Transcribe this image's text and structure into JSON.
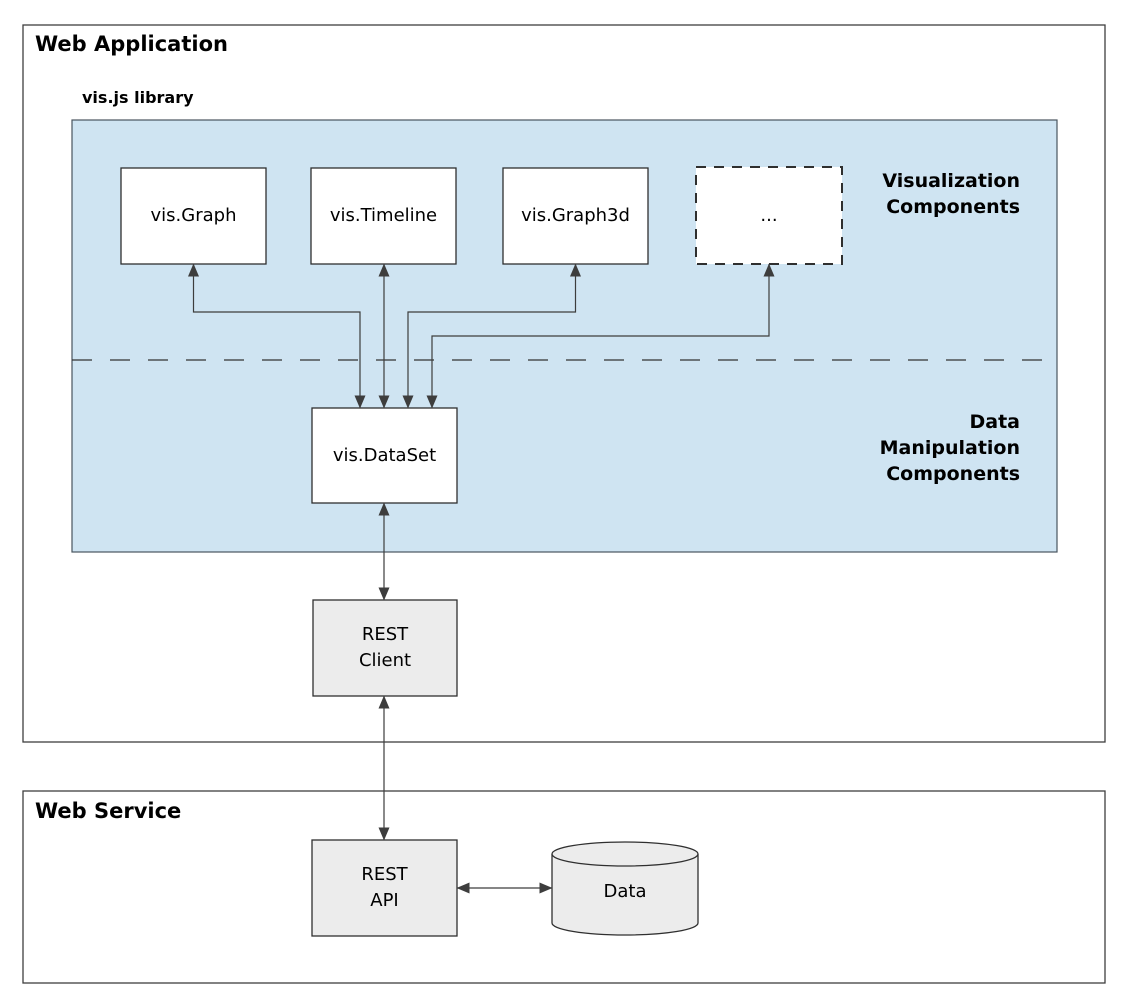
{
  "web_application": {
    "title": "Web Application"
  },
  "visjs": {
    "label": "vis.js library",
    "section_visualization": "Visualization\nComponents",
    "section_data_manipulation": "Data\nManipulation\nComponents",
    "components": [
      {
        "label": "vis.Graph"
      },
      {
        "label": "vis.Timeline"
      },
      {
        "label": "vis.Graph3d"
      },
      {
        "label": "..."
      }
    ],
    "dataset_label": "vis.DataSet"
  },
  "rest_client": {
    "label": "REST\nClient"
  },
  "web_service": {
    "title": "Web Service",
    "rest_api_label": "REST\nAPI",
    "data_store_label": "Data"
  },
  "colors": {
    "library_fill": "#cfe4f2",
    "node_fill": "#ffffff",
    "endpoint_fill": "#ececec",
    "connector": "#3d3d3d"
  }
}
